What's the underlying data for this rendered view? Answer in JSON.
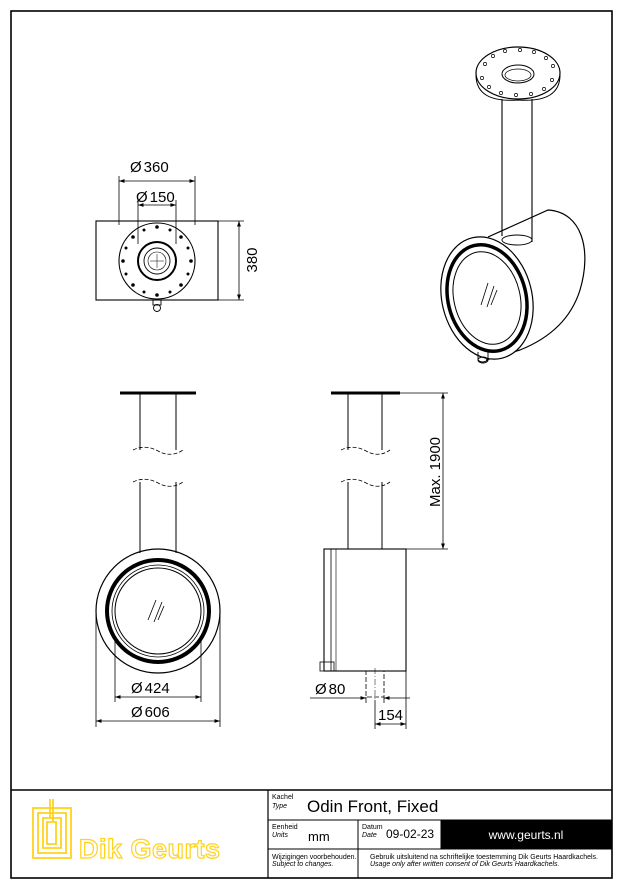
{
  "drawing": {
    "dimensions": {
      "top_outer_diameter": "360",
      "top_inner_diameter": "150",
      "top_height": "380",
      "pipe_length": "Max. 1900",
      "glass_diameter": "424",
      "body_diameter": "606",
      "flue_diameter": "80",
      "flue_offset": "154"
    },
    "diameter_symbol": "Ø"
  },
  "title_block": {
    "type_label": "Kachel",
    "type_label_en": "Type",
    "type_value": "Odin Front, Fixed",
    "units_label": "Eenheid",
    "units_label_en": "Units",
    "units_value": "mm",
    "date_label": "Datum",
    "date_label_en": "Date",
    "date_value": "09-02-23",
    "website": "www.geurts.nl",
    "brand_name": "Dik Geurts",
    "notice_left_nl": "Wijzigingen voorbehouden.",
    "notice_left_en": "Subject to changes.",
    "notice_right_nl": "Gebruik uitsluitend na schriftelijke toestemming Dik Geurts Haardkachels.",
    "notice_right_en": "Usage only after written consent of Dik Geurts Haardkachels."
  },
  "colors": {
    "line": "#000000",
    "brand_yellow": "#ffd21e",
    "website_bg": "#000000",
    "website_fg": "#ffffff"
  }
}
